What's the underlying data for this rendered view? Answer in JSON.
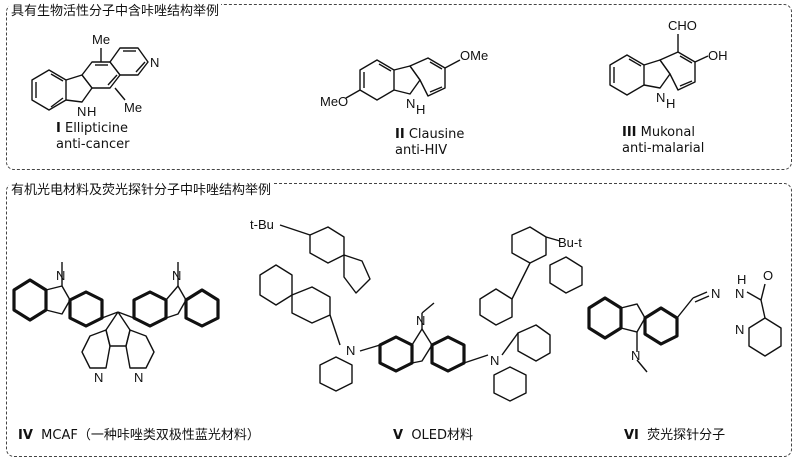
{
  "top_panel": {
    "heading": "具有生物活性分子中含咔唑结构举例",
    "compounds": [
      {
        "numeral": "I",
        "name": "Ellipticine",
        "activity": "anti-cancer",
        "labels": {
          "me1": "Me",
          "me2": "Me",
          "n_ring": "N",
          "nh": "N",
          "h": "H"
        }
      },
      {
        "numeral": "II",
        "name": "Clausine",
        "activity": "anti-HIV",
        "labels": {
          "ome_left": "MeO",
          "ome_right": "OMe",
          "nh": "N",
          "h": "H"
        }
      },
      {
        "numeral": "III",
        "name": "Mukonal",
        "activity": "anti-malarial",
        "labels": {
          "cho": "CHO",
          "oh": "OH",
          "nh": "N",
          "h": "H"
        }
      }
    ]
  },
  "bottom_panel": {
    "heading": "有机光电材料及荧光探针分子中咔唑结构举例",
    "compounds": [
      {
        "numeral": "IV",
        "name": "MCAF（一种咔唑类双极性蓝光材料）",
        "labels": {
          "n1": "N",
          "n2": "N",
          "n3": "N",
          "n4": "N"
        }
      },
      {
        "numeral": "V",
        "name": "OLED材料",
        "labels": {
          "tbu_left": "t-Bu",
          "tbu_right": "Bu-t",
          "n_left": "N",
          "n_center": "N",
          "n_right": "N"
        }
      },
      {
        "numeral": "VI",
        "name": "荧光探针分子",
        "labels": {
          "n_carbazole": "N",
          "n_imine": "N",
          "n_hydrazide": "N",
          "h": "H",
          "o": "O",
          "n_pyridine": "N"
        }
      }
    ]
  }
}
